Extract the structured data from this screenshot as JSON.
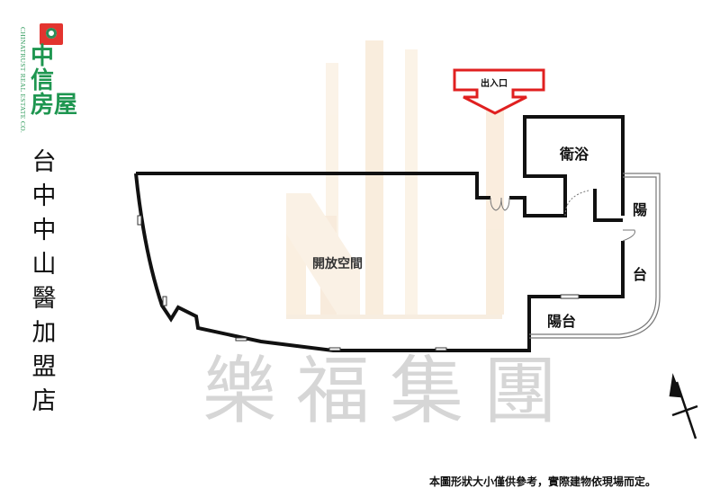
{
  "logo": {
    "brand_cn": [
      "中信",
      "房屋"
    ],
    "brand_cn_line1": "中",
    "brand_cn_line2": "信",
    "brand_cn_line3": "房屋",
    "brand_en": "CHINATRUST REAL ESTATE CO.",
    "colors": {
      "green": "#1e9650",
      "red": "#e3342f"
    }
  },
  "branch_name": [
    "台",
    "中",
    "中",
    "山",
    "醫",
    "加",
    "盟",
    "店"
  ],
  "floor_plan": {
    "entrance_label": "出入口",
    "entrance_color": "#e02020",
    "rooms": {
      "open_space": "開放空間",
      "bathroom": "衛浴",
      "balcony_side_top": "陽",
      "balcony_side_bottom": "台",
      "balcony_bottom": "陽台"
    },
    "compass": "north-arrow"
  },
  "watermark": "樂福集團",
  "disclaimer": "本圖形狀大小僅供參考，實際建物依現場而定。"
}
